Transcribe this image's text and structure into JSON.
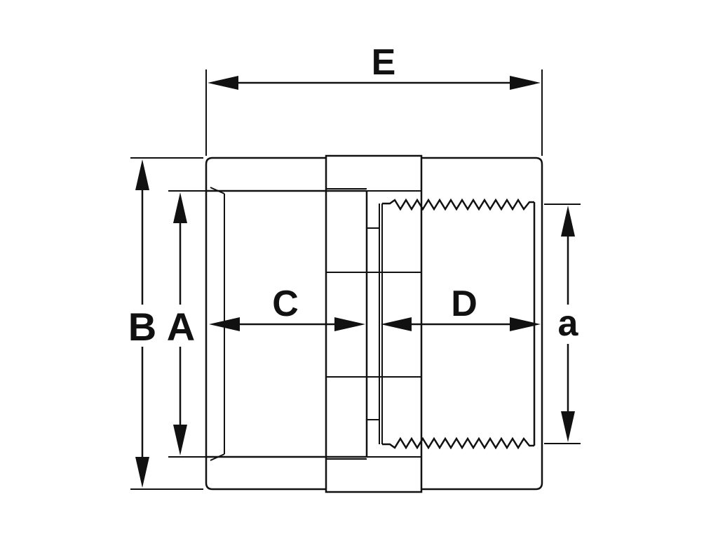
{
  "diagram": {
    "labels": {
      "overall_length": "E",
      "outer_diameter": "B",
      "socket_inner_diameter": "A",
      "socket_depth": "C",
      "thread_depth": "D",
      "thread_diameter": "a"
    },
    "colors": {
      "line": "#111111",
      "background": "#ffffff"
    }
  }
}
